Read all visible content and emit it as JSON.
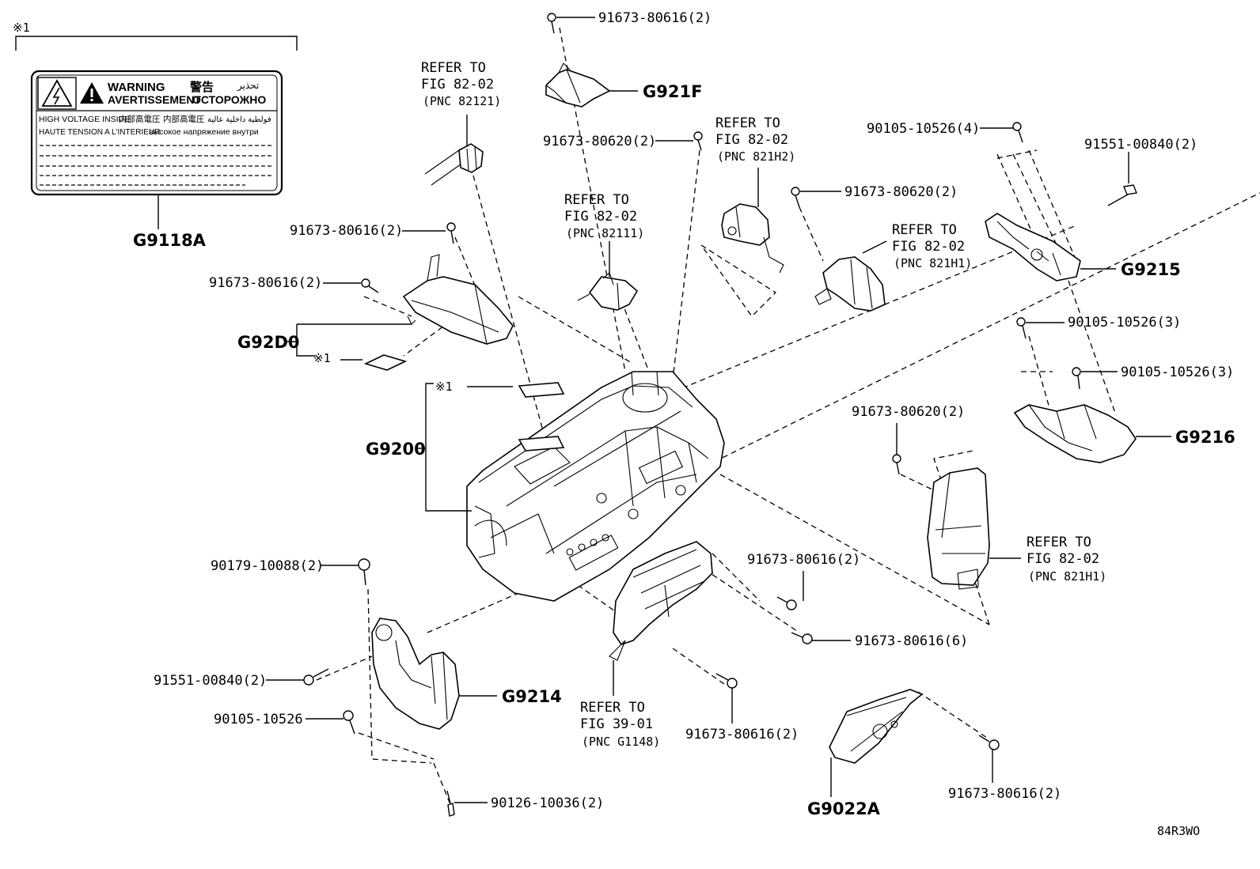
{
  "label_marker": "※1",
  "warning_label": {
    "title_en": "WARNING",
    "title_fr": "AVERTISSEMENT",
    "title_jp": "警告",
    "title_ar": "تحذير",
    "title_ru": "ОСТОРОЖНО",
    "text_en": "HIGH VOLTAGE INSIDE",
    "text_jp1": "内部高電圧",
    "text_jp2": "内部高電圧",
    "text_ar": "فولطية داخلية عالية",
    "text_fr": "HAUTE TENSION A L'INTERIEUR",
    "text_ru": "высокое напряжение внутри"
  },
  "parts": {
    "g9118a": "G9118A",
    "g92d0": "G92D0",
    "g9200": "G9200",
    "g921f": "G921F",
    "g9215": "G9215",
    "g9216": "G9216",
    "g9214": "G9214",
    "g9022a": "G9022A"
  },
  "fasteners": {
    "f1": "91673-80616(2)",
    "f2": "91673-80616(2)",
    "f3": "91673-80616(2)",
    "f4": "91673-80620(2)",
    "f5": "91673-80620(2)",
    "f6": "90105-10526(4)",
    "f7": "91551-00840(2)",
    "f8": "90105-10526(3)",
    "f9": "90105-10526(3)",
    "f10": "91673-80620(2)",
    "f11": "91673-80616(2)",
    "f12": "91673-80616(6)",
    "f13": "90179-10088(2)",
    "f14": "91551-00840(2)",
    "f15": "90105-10526",
    "f16": "91673-80616(2)",
    "f17": "91673-80616(2)",
    "f18": "90126-10036(2)"
  },
  "refs": {
    "r1": {
      "line1": "REFER TO",
      "line2": "FIG 82-02",
      "line3": "(PNC 82121)"
    },
    "r2": {
      "line1": "REFER TO",
      "line2": "FIG 82-02",
      "line3": "(PNC 821H2)"
    },
    "r3": {
      "line1": "REFER TO",
      "line2": "FIG 82-02",
      "line3": "(PNC 82111)"
    },
    "r4": {
      "line1": "REFER TO",
      "line2": "FIG 82-02",
      "line3": "(PNC 821H1)"
    },
    "r5": {
      "line1": "REFER TO",
      "line2": "FIG 82-02",
      "line3": "(PNC 821H1)"
    },
    "r6": {
      "line1": "REFER TO",
      "line2": "FIG 39-01",
      "line3": "(PNC G1148)"
    }
  },
  "figure_id": "84R3WO"
}
